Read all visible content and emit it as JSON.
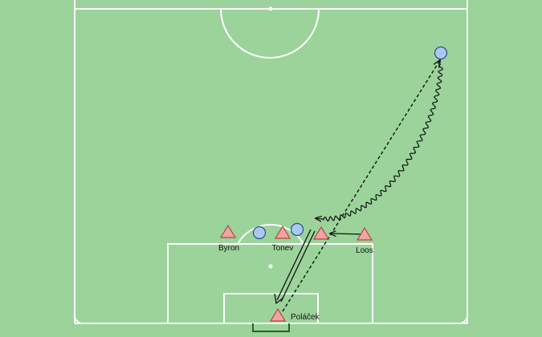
{
  "colors": {
    "pitch": "#9bd39a",
    "lines": "#ffffff",
    "attacker_fill": "#f2a3a3",
    "attacker_stroke": "#b44545",
    "defender_fill": "#a9c8f2",
    "defender_stroke": "#2e4f82",
    "goal": "#2c5e2c",
    "movement": "#111111"
  },
  "players": {
    "byron": "Byron",
    "tonev": "Tonev",
    "loos": "Loos",
    "polacek": "Poláček"
  }
}
